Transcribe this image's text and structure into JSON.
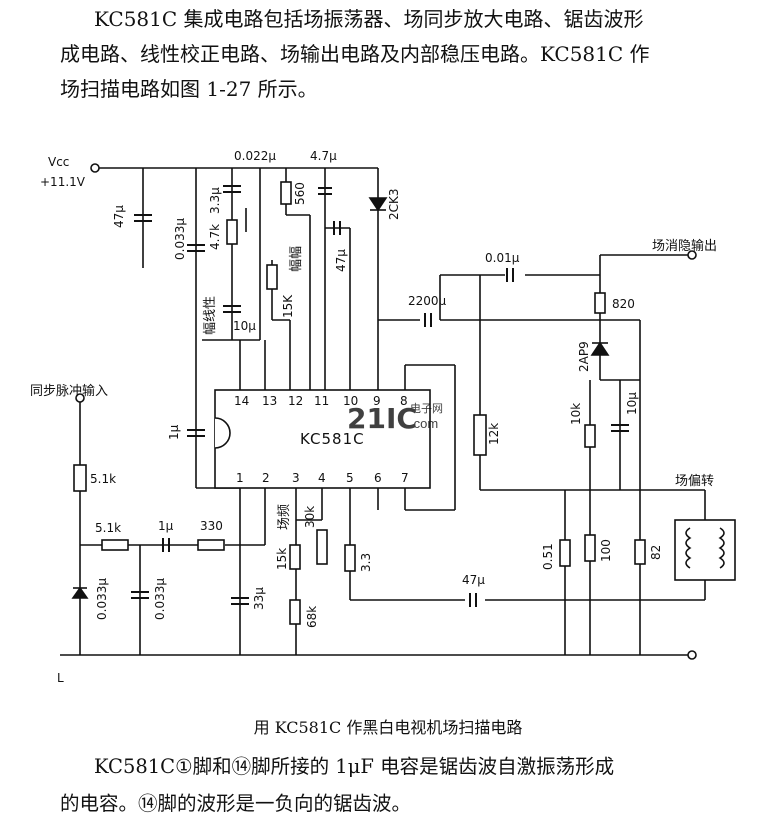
{
  "text": {
    "intro_1": "KC581C 集成电路包括场振荡器、场同步放大电路、锯齿波形",
    "intro_2": "成电路、线性校正电路、场输出电路及内部稳压电路。KC581C 作",
    "intro_3": "场扫描电路如图 1-27 所示。",
    "caption": "用 KC581C 作黑白电视机场扫描电路",
    "after_1": "KC581C①脚和⑭脚所接的 1μF 电容是锯齿波自激振荡形成",
    "after_2": "的电容。⑭脚的波形是一负向的锯齿波。"
  },
  "schematic": {
    "vcc_label": "Vcc",
    "vcc_value": "+11.1V",
    "ic_name": "KC581C",
    "pins_top": [
      "14",
      "13",
      "12",
      "11",
      "10",
      "9",
      "8"
    ],
    "pins_bottom": [
      "1",
      "2",
      "3",
      "4",
      "5",
      "6",
      "7"
    ],
    "labels": {
      "c_47u_left": "47μ",
      "c_0033": "0.033μ",
      "c_33u": "3.3μ",
      "r_47k": "4.7k",
      "c_0022": "0.022μ",
      "r_560": "560",
      "c_47u_top": "4.7μ",
      "d_2ck3": "2CK3",
      "vr_fu": "幅幅",
      "c_47u_mid": "47μ",
      "vr_linear": "幅线性",
      "r_15k_top": "15K",
      "c_10u": "10μ",
      "c_001": "0.01μ",
      "c_2200": "2200μ",
      "out_blank": "场消隐输出",
      "r_820": "820",
      "d_2ap9": "2AP9",
      "sync_in": "同步脉冲输入",
      "c_1u_vert": "1μ",
      "r_12k": "12k",
      "r_10k": "10k",
      "c_10u_right": "10μ",
      "yoke": "场偏转",
      "r_51k_v": "5.1k",
      "r_51k_h": "5.1k",
      "c_1u_h": "1μ",
      "r_330": "330",
      "vr_freq": "场频",
      "r_30k": "30k",
      "r_15k_b": "15k",
      "r_68k": "68k",
      "r_33": "3.3",
      "c_33u_b": "33μ",
      "c_0033_a": "0.033μ",
      "c_0033_b": "0.033μ",
      "c_47u_b": "47μ",
      "r_051": "0.51",
      "r_100": "100",
      "r_82": "82",
      "ground_mark": "L"
    },
    "watermark": {
      "big": "21IC",
      "small_cn": "电子网",
      "small_en": ".com",
      "color": "#4aa3df"
    }
  }
}
